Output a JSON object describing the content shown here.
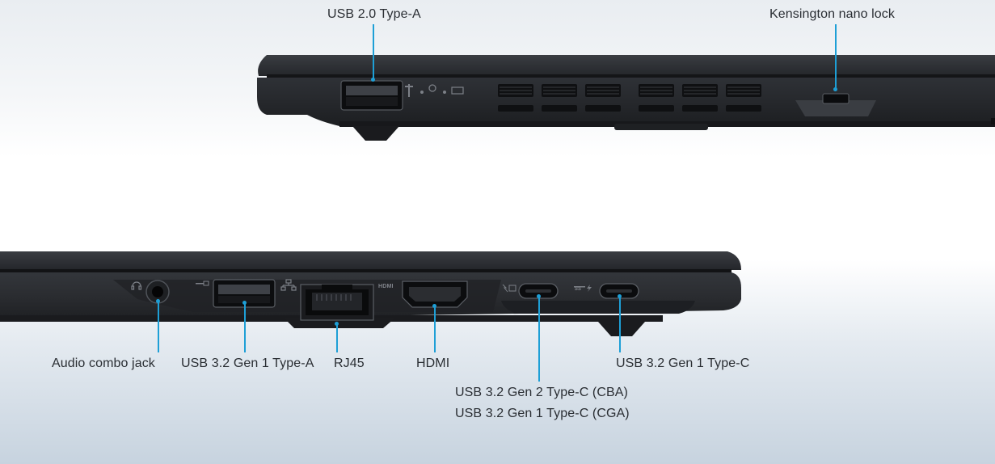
{
  "labels": {
    "usb2_type_a": "USB 2.0 Type-A",
    "kensington": "Kensington nano lock",
    "audio_jack": "Audio combo jack",
    "usb32_gen1_a": "USB 3.2 Gen 1 Type-A",
    "rj45": "RJ45",
    "hdmi": "HDMI",
    "usbc_gen2_line1": "USB 3.2 Gen 2 Type-C (CBA)",
    "usbc_gen2_line2": "USB 3.2 Gen 1 Type-C (CGA)",
    "usbc_gen1": "USB 3.2 Gen 1 Type-C"
  },
  "port_markings": {
    "hdmi_logo": "HDMI",
    "ss_logo": "SS"
  },
  "colors": {
    "leader": "#1e9fd6",
    "chassis": "#2b2e33",
    "chassis_dark": "#1a1c20",
    "label_text": "#2a2e33"
  }
}
